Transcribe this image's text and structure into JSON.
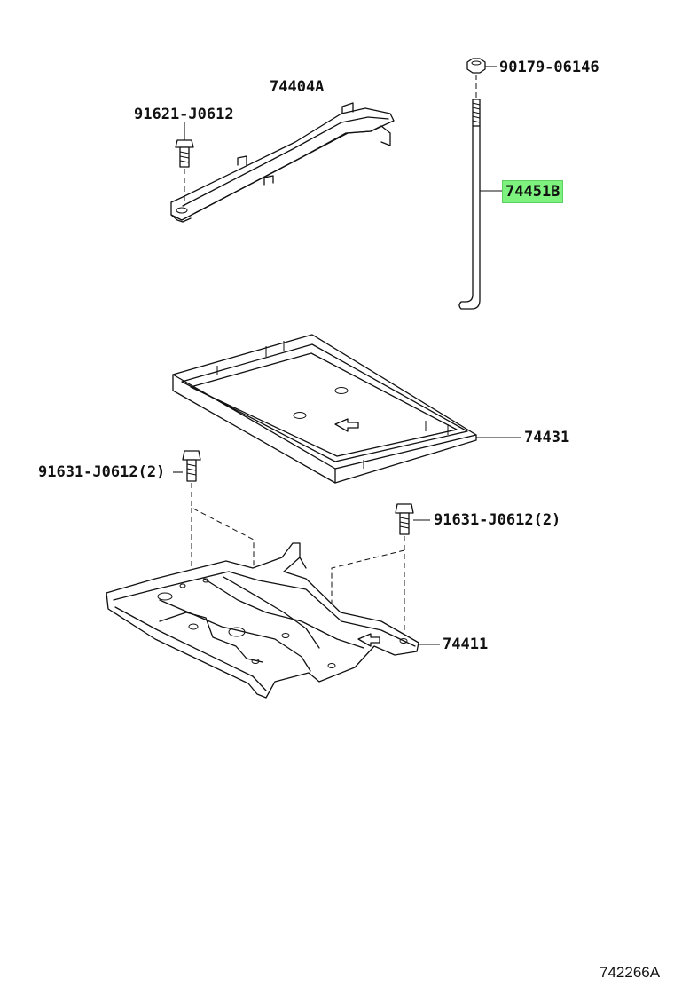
{
  "labels": {
    "bolt_top": "91621-J0612",
    "clamp": "74404A",
    "nut": "90179-06146",
    "rod": "74451B",
    "tray": "74431",
    "bolt_left": "91631-J0612(2)",
    "bolt_right": "91631-J0612(2)",
    "carrier": "74411"
  },
  "catalog_number": "742266A",
  "highlight_color": "#7ef27e",
  "highlighted_part": "74451B"
}
